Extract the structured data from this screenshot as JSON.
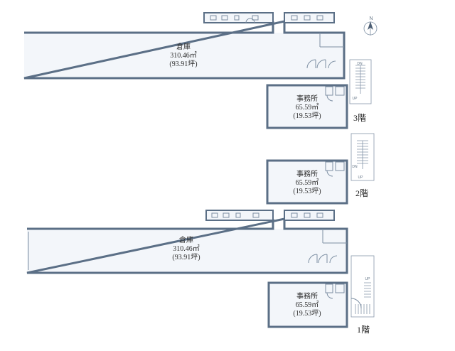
{
  "compass": {
    "north": "N"
  },
  "floors": [
    {
      "floor_label": "3階",
      "warehouse": {
        "name": "倉庫",
        "area_m2": "310.46㎡",
        "area_tsubo": "(93.91坪)"
      },
      "office": {
        "name": "事務所",
        "area_m2": "65.59㎡",
        "area_tsubo": "(19.53坪)"
      },
      "stair_marks": [
        "DN",
        "UP"
      ]
    },
    {
      "floor_label": "2階",
      "office": {
        "name": "事務所",
        "area_m2": "65.59㎡",
        "area_tsubo": "(19.53坪)"
      },
      "stair_marks": [
        "DN",
        "UP"
      ]
    },
    {
      "floor_label": "1階",
      "warehouse": {
        "name": "倉庫",
        "area_m2": "310.46㎡",
        "area_tsubo": "(93.91坪)"
      },
      "office": {
        "name": "事務所",
        "area_m2": "65.59㎡",
        "area_tsubo": "(19.53坪)"
      },
      "stair_marks": [
        "UP"
      ]
    }
  ]
}
